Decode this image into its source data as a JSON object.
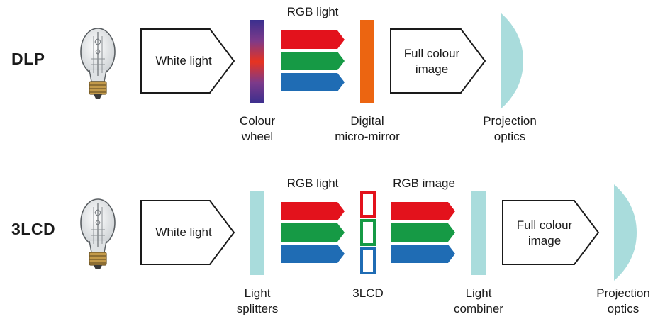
{
  "dlp": {
    "title": "DLP",
    "white_light": "White light",
    "rgb_light": "RGB light",
    "full_colour_line1": "Full colour",
    "full_colour_line2": "image",
    "colour_wheel_line1": "Colour",
    "colour_wheel_line2": "wheel",
    "dmd_line1": "Digital",
    "dmd_line2": "micro-mirror",
    "projection_line1": "Projection",
    "projection_line2": "optics"
  },
  "lcd": {
    "title": "3LCD",
    "white_light": "White light",
    "rgb_light": "RGB light",
    "rgb_image": "RGB image",
    "full_colour_line1": "Full colour",
    "full_colour_line2": "image",
    "splitters_line1": "Light",
    "splitters_line2": "splitters",
    "panel_label": "3LCD",
    "combiner_line1": "Light",
    "combiner_line2": "combiner",
    "projection_line1": "Projection",
    "projection_line2": "optics"
  },
  "colors": {
    "red": "#e3121c",
    "green": "#169a45",
    "blue": "#1f6cb4",
    "orange": "#ec6511",
    "optics": "#a9dcdc",
    "outline": "#1a1a1a"
  },
  "icons": [
    "light-bulb-icon",
    "colour-wheel-icon",
    "dmd-chip-icon",
    "lens-icon",
    "lcd-panel-icon"
  ]
}
